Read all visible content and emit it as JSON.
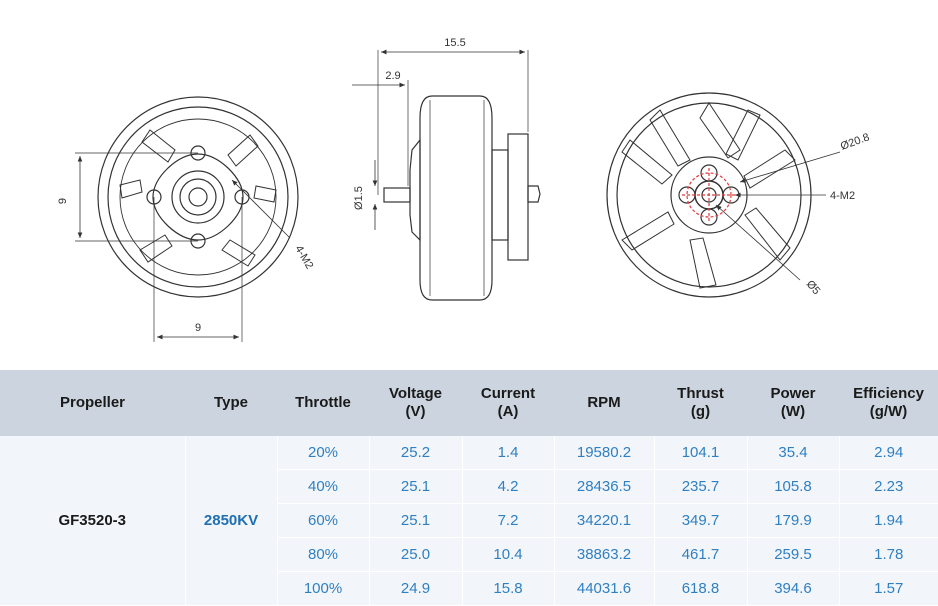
{
  "drawings": {
    "left": {
      "dim_vertical": "9",
      "dim_horizontal": "9",
      "screw_note": "4-M2"
    },
    "middle": {
      "overall_length": "15.5",
      "shaft_length": "2.9",
      "shaft_diameter": "Ø1.5"
    },
    "right": {
      "circle_diameter": "Ø20.8",
      "screw_note": "4-M2",
      "center_diameter": "Ø5"
    }
  },
  "table": {
    "headers": [
      {
        "line1": "Propeller",
        "line2": ""
      },
      {
        "line1": "Type",
        "line2": ""
      },
      {
        "line1": "Throttle",
        "line2": ""
      },
      {
        "line1": "Voltage",
        "line2": "(V)"
      },
      {
        "line1": "Current",
        "line2": "(A)"
      },
      {
        "line1": "RPM",
        "line2": ""
      },
      {
        "line1": "Thrust",
        "line2": "(g)"
      },
      {
        "line1": "Power",
        "line2": "(W)"
      },
      {
        "line1": "Efficiency",
        "line2": "(g/W)"
      }
    ],
    "propeller": "GF3520-3",
    "type": "2850KV",
    "rows": [
      {
        "throttle": "20%",
        "voltage": "25.2",
        "current": "1.4",
        "rpm": "19580.2",
        "thrust": "104.1",
        "power": "35.4",
        "efficiency": "2.94"
      },
      {
        "throttle": "40%",
        "voltage": "25.1",
        "current": "4.2",
        "rpm": "28436.5",
        "thrust": "235.7",
        "power": "105.8",
        "efficiency": "2.23"
      },
      {
        "throttle": "60%",
        "voltage": "25.1",
        "current": "7.2",
        "rpm": "34220.1",
        "thrust": "349.7",
        "power": "179.9",
        "efficiency": "1.94"
      },
      {
        "throttle": "80%",
        "voltage": "25.0",
        "current": "10.4",
        "rpm": "38863.2",
        "thrust": "461.7",
        "power": "259.5",
        "efficiency": "1.78"
      },
      {
        "throttle": "100%",
        "voltage": "24.9",
        "current": "15.8",
        "rpm": "44031.6",
        "thrust": "618.8",
        "power": "394.6",
        "efficiency": "1.57"
      }
    ]
  }
}
